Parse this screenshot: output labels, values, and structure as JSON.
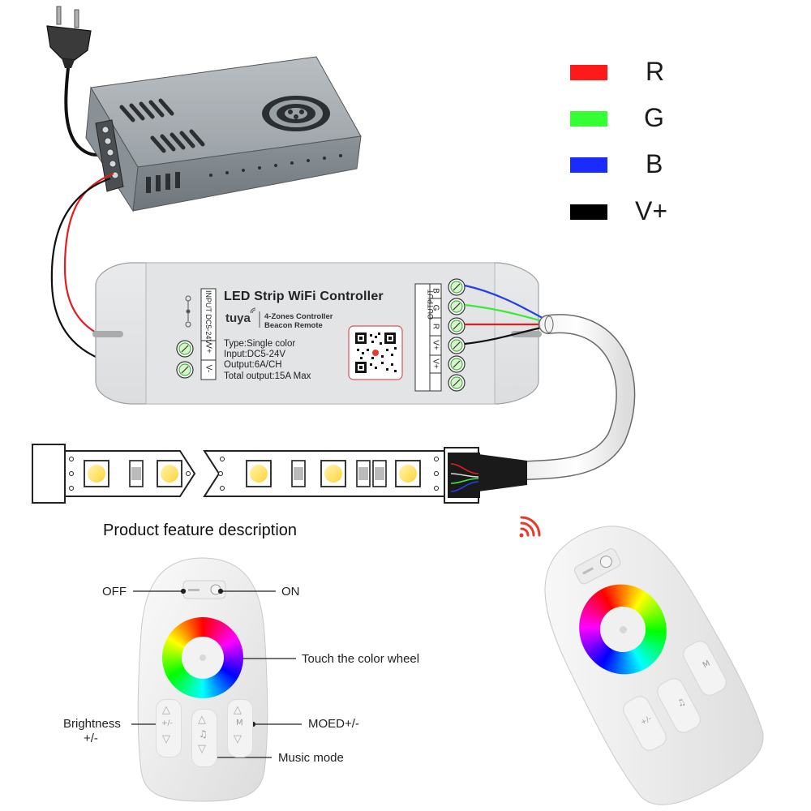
{
  "legend": [
    {
      "label": "R",
      "color": "#ff1a1a"
    },
    {
      "label": "G",
      "color": "#33ff33"
    },
    {
      "label": "B",
      "color": "#1a2bff"
    },
    {
      "label": "V+",
      "color": "#000000"
    }
  ],
  "controller": {
    "title": "LED Strip WiFi Controller",
    "brand": "tuya",
    "subtitle_1": "4-Zones Controller",
    "subtitle_2": "Beacon Remote",
    "type": "Type:Single color",
    "input": "Input:DC5-24V",
    "output": "Output:6A/CH",
    "total": "Total output:15A Max",
    "input_block_label": "INPUT DC5-24V",
    "input_terminals": [
      "V+",
      "V-"
    ],
    "output_block_label": "OUTPUT",
    "output_terminals": [
      "B",
      "G",
      "R",
      "V+",
      "V+"
    ]
  },
  "section_title": "Product feature description",
  "callouts": {
    "off": "OFF",
    "on": "ON",
    "color_wheel": "Touch the color wheel",
    "brightness_1": "Brightness",
    "brightness_2": "+/-",
    "moed": "MOED+/-",
    "music": "Music mode"
  },
  "remote_buttons": {
    "brightness": "+/-",
    "mode": "M"
  },
  "icons": [
    "power-plug-icon",
    "power-supply-icon",
    "fan-grille-icon",
    "qr-code-icon",
    "wifi-signal-icon",
    "music-note-icon"
  ]
}
